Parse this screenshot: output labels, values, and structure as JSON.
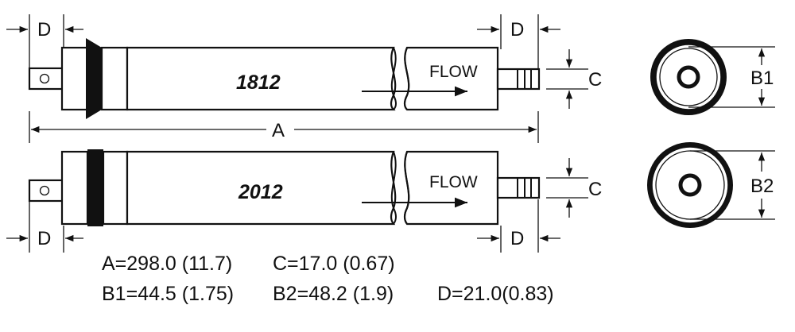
{
  "labels": {
    "d_dim": "D",
    "a_dim": "A",
    "c_dim": "C",
    "b1_dim": "B1",
    "b2_dim": "B2",
    "flow": "FLOW"
  },
  "elements": [
    {
      "model": "1812"
    },
    {
      "model": "2012"
    }
  ],
  "specs": {
    "line1_a": "A=298.0 (11.7)",
    "line1_c": "C=17.0 (0.67)",
    "line2_b1": "B1=44.5 (1.75)",
    "line2_b2": "B2=48.2 (1.9)",
    "line2_d": "D=21.0(0.83)"
  },
  "colors": {
    "stroke": "#111111",
    "background": "#ffffff"
  }
}
